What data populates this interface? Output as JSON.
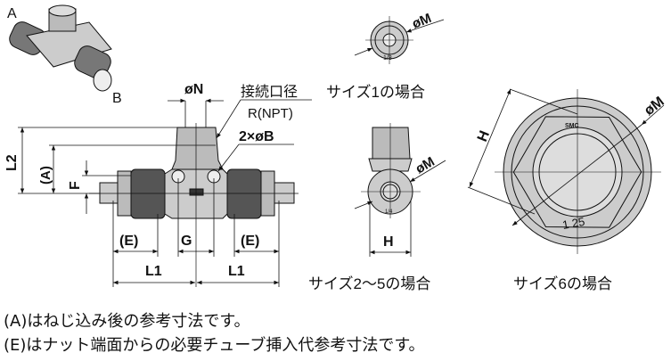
{
  "iso_view": {
    "label_a": "A",
    "label_b": "B"
  },
  "main_view": {
    "dim_n": "øN",
    "port_size_label": "接続口径",
    "thread_label": "R(NPT)",
    "hole_label": "2×øB",
    "dim_l2": "L2",
    "dim_a": "(A)",
    "dim_f": "F",
    "dim_e_left": "(E)",
    "dim_g": "G",
    "dim_e_right": "(E)",
    "dim_l1_left": "L1",
    "dim_l1_right": "L1"
  },
  "size1_view": {
    "dim_m": "øM",
    "caption": "サイズ1の場合",
    "marking": "1/8"
  },
  "size2_5_view": {
    "dim_m": "øM",
    "dim_h": "H",
    "caption": "サイズ2〜5の場合",
    "marking": "1/4"
  },
  "size6_view": {
    "dim_m": "øM",
    "dim_h": "H",
    "caption": "サイズ6の場合",
    "marking": "1 25",
    "logo": "SMC"
  },
  "notes": [
    "(A)はねじ込み後の参考寸法です。",
    "(E)はナット端面からの必要チューブ挿入代参考寸法です。"
  ]
}
